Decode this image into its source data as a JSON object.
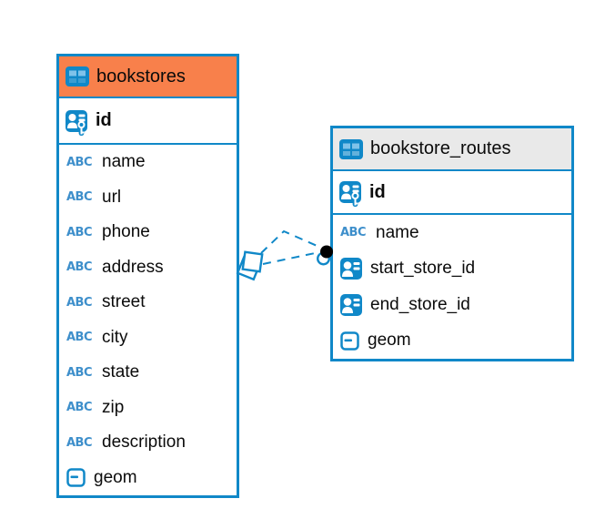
{
  "colors": {
    "accent_blue": "#1088C8",
    "header_orange": "#F8804B",
    "header_gray": "#E9E9E9",
    "icon_light_blue": "#7FC2E9",
    "abc_icon_blue": "#3E8FCB",
    "text": "#0b0b0b",
    "endpoint_dot_black": "#000000",
    "background": "#ffffff"
  },
  "diagram": {
    "tables": [
      {
        "name": "bookstores",
        "header_icon": "table-icon",
        "header_color": "#F8804B",
        "primary_key": {
          "name": "id",
          "icon": "primary-key-icon"
        },
        "columns": [
          {
            "name": "name",
            "icon": "text-type-icon"
          },
          {
            "name": "url",
            "icon": "text-type-icon"
          },
          {
            "name": "phone",
            "icon": "text-type-icon"
          },
          {
            "name": "address",
            "icon": "text-type-icon"
          },
          {
            "name": "street",
            "icon": "text-type-icon"
          },
          {
            "name": "city",
            "icon": "text-type-icon"
          },
          {
            "name": "state",
            "icon": "text-type-icon"
          },
          {
            "name": "zip",
            "icon": "text-type-icon"
          },
          {
            "name": "description",
            "icon": "text-type-icon"
          },
          {
            "name": "geom",
            "icon": "geometry-type-icon"
          }
        ]
      },
      {
        "name": "bookstore_routes",
        "header_icon": "table-icon",
        "header_color": "#E9E9E9",
        "primary_key": {
          "name": "id",
          "icon": "primary-key-icon"
        },
        "columns": [
          {
            "name": "name",
            "icon": "text-type-icon"
          },
          {
            "name": "start_store_id",
            "icon": "foreign-key-icon"
          },
          {
            "name": "end_store_id",
            "icon": "foreign-key-icon"
          },
          {
            "name": "geom",
            "icon": "geometry-type-icon"
          }
        ]
      }
    ],
    "relationships": [
      {
        "from_table": "bookstore_routes",
        "to_table": "bookstores",
        "style": "dashed",
        "source_marker": "diamond",
        "target_marker": "dot"
      },
      {
        "from_table": "bookstore_routes",
        "to_table": "bookstores",
        "style": "dashed",
        "source_marker": "diamond",
        "target_marker": "dot"
      }
    ],
    "abc_icon_text": "ABC"
  }
}
